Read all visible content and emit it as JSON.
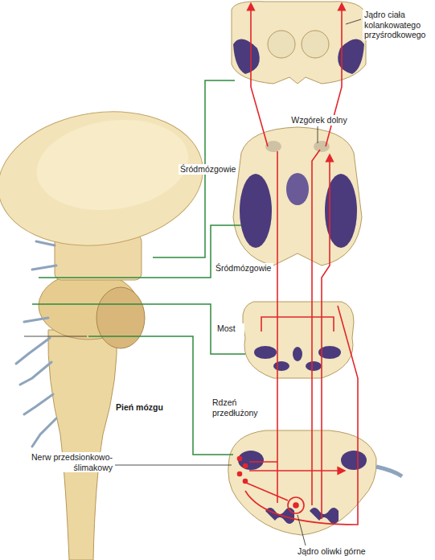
{
  "diagram": {
    "labels": [
      "Jądro ciała kolankowatego przyśrodkowego",
      "Wzgórek dolny",
      "Śródmózgowie",
      "Śródmózgowie",
      "Most",
      "Rdzeń przedłużony",
      "Pień mózgu",
      "Nerw przedsionkowo-ślimakowy",
      "Jądro oliwki górne"
    ]
  }
}
